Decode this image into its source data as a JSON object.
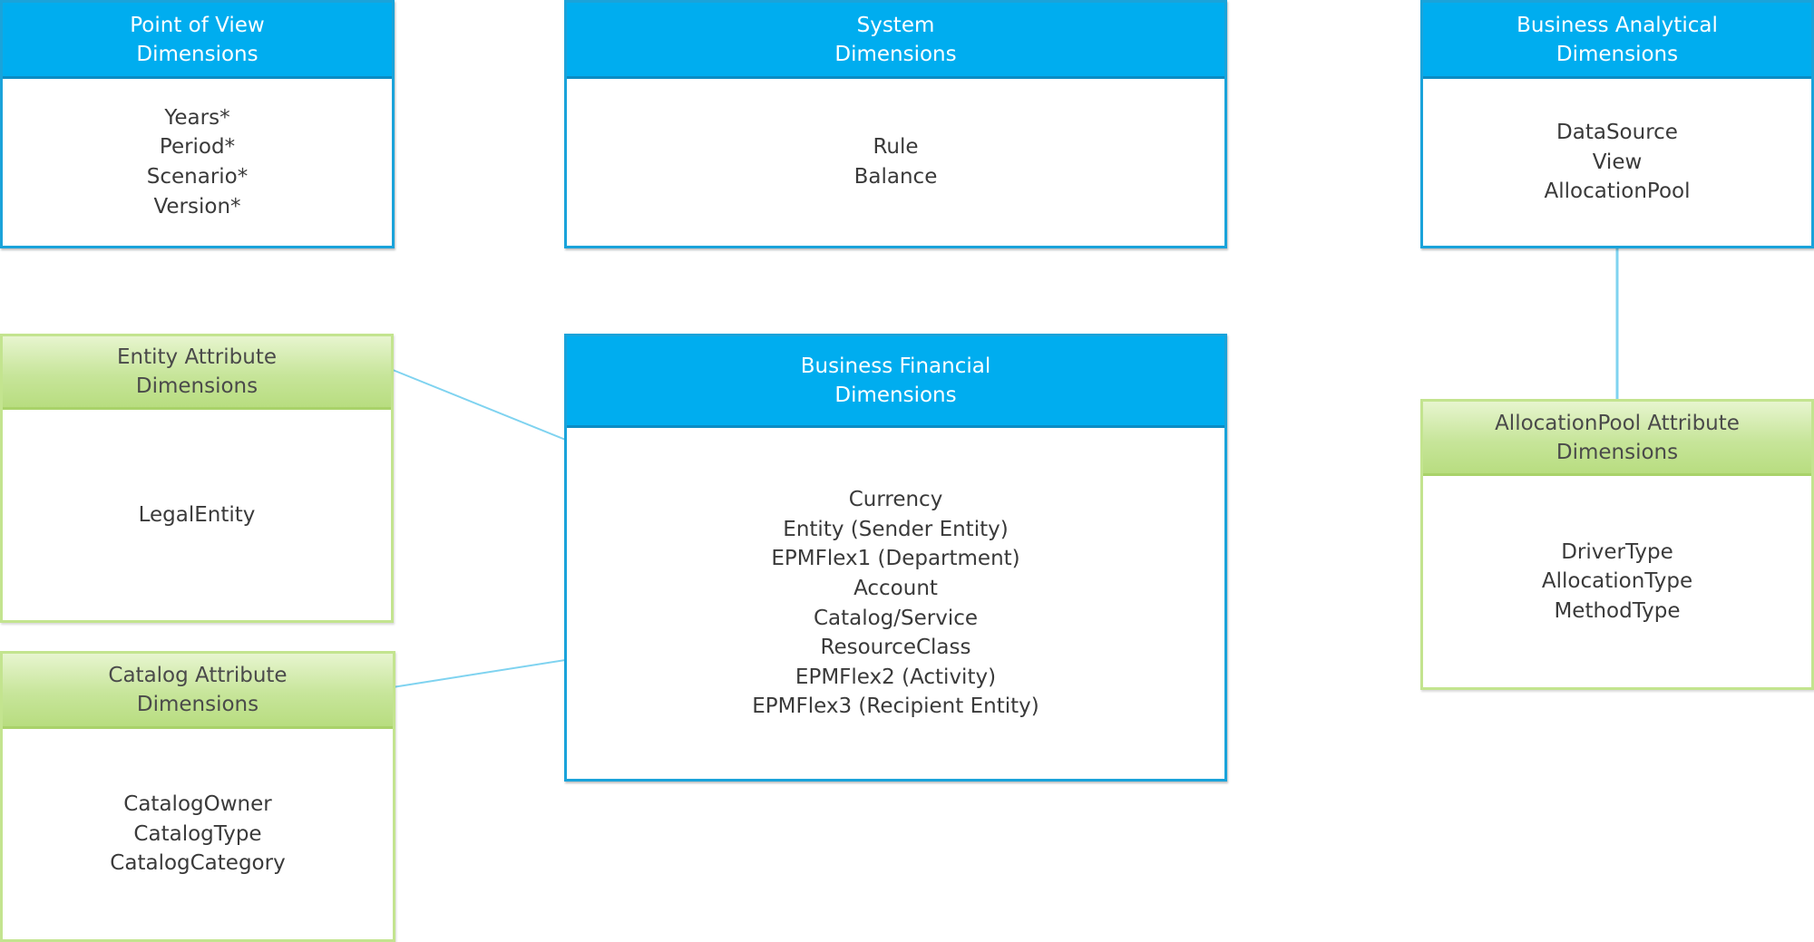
{
  "boxes": {
    "pov": {
      "title_lines": [
        "Point of View",
        "Dimensions"
      ],
      "items": [
        "Years*",
        "Period*",
        "Scenario*",
        "Version*"
      ],
      "color": "#00adef"
    },
    "system": {
      "title_lines": [
        "System",
        "Dimensions"
      ],
      "items": [
        "Rule",
        "Balance"
      ],
      "color": "#00adef"
    },
    "business_analytical": {
      "title_lines": [
        "Business Analytical",
        "Dimensions"
      ],
      "items": [
        "DataSource",
        "View",
        "AllocationPool"
      ],
      "color": "#00adef"
    },
    "entity_attribute": {
      "title_lines": [
        "Entity Attribute",
        "Dimensions"
      ],
      "items": [
        "LegalEntity"
      ],
      "color": "#c3e48f"
    },
    "business_financial": {
      "title_lines": [
        "Business Financial",
        "Dimensions"
      ],
      "items": [
        "Currency",
        "Entity (Sender Entity)",
        "EPMFlex1 (Department)",
        "Account",
        "Catalog/Service",
        "ResourceClass",
        "EPMFlex2 (Activity)",
        "EPMFlex3 (Recipient Entity)"
      ],
      "color": "#00adef"
    },
    "allocationpool_attribute": {
      "title_lines": [
        "AllocationPool Attribute",
        "Dimensions"
      ],
      "items": [
        "DriverType",
        "AllocationType",
        "MethodType"
      ],
      "color": "#c3e48f"
    },
    "catalog_attribute": {
      "title_lines": [
        "Catalog Attribute",
        "Dimensions"
      ],
      "items": [
        "CatalogOwner",
        "CatalogType",
        "CatalogCategory"
      ],
      "color": "#c3e48f"
    }
  },
  "connectors": [
    {
      "from": "Entity Attribute Dimensions",
      "to": "Entity (Sender Entity)"
    },
    {
      "from": "Catalog Attribute Dimensions",
      "to": "Catalog/Service"
    },
    {
      "from": "AllocationPool",
      "to": "AllocationPool Attribute Dimensions"
    }
  ],
  "connector_color": "#7fd3f0"
}
